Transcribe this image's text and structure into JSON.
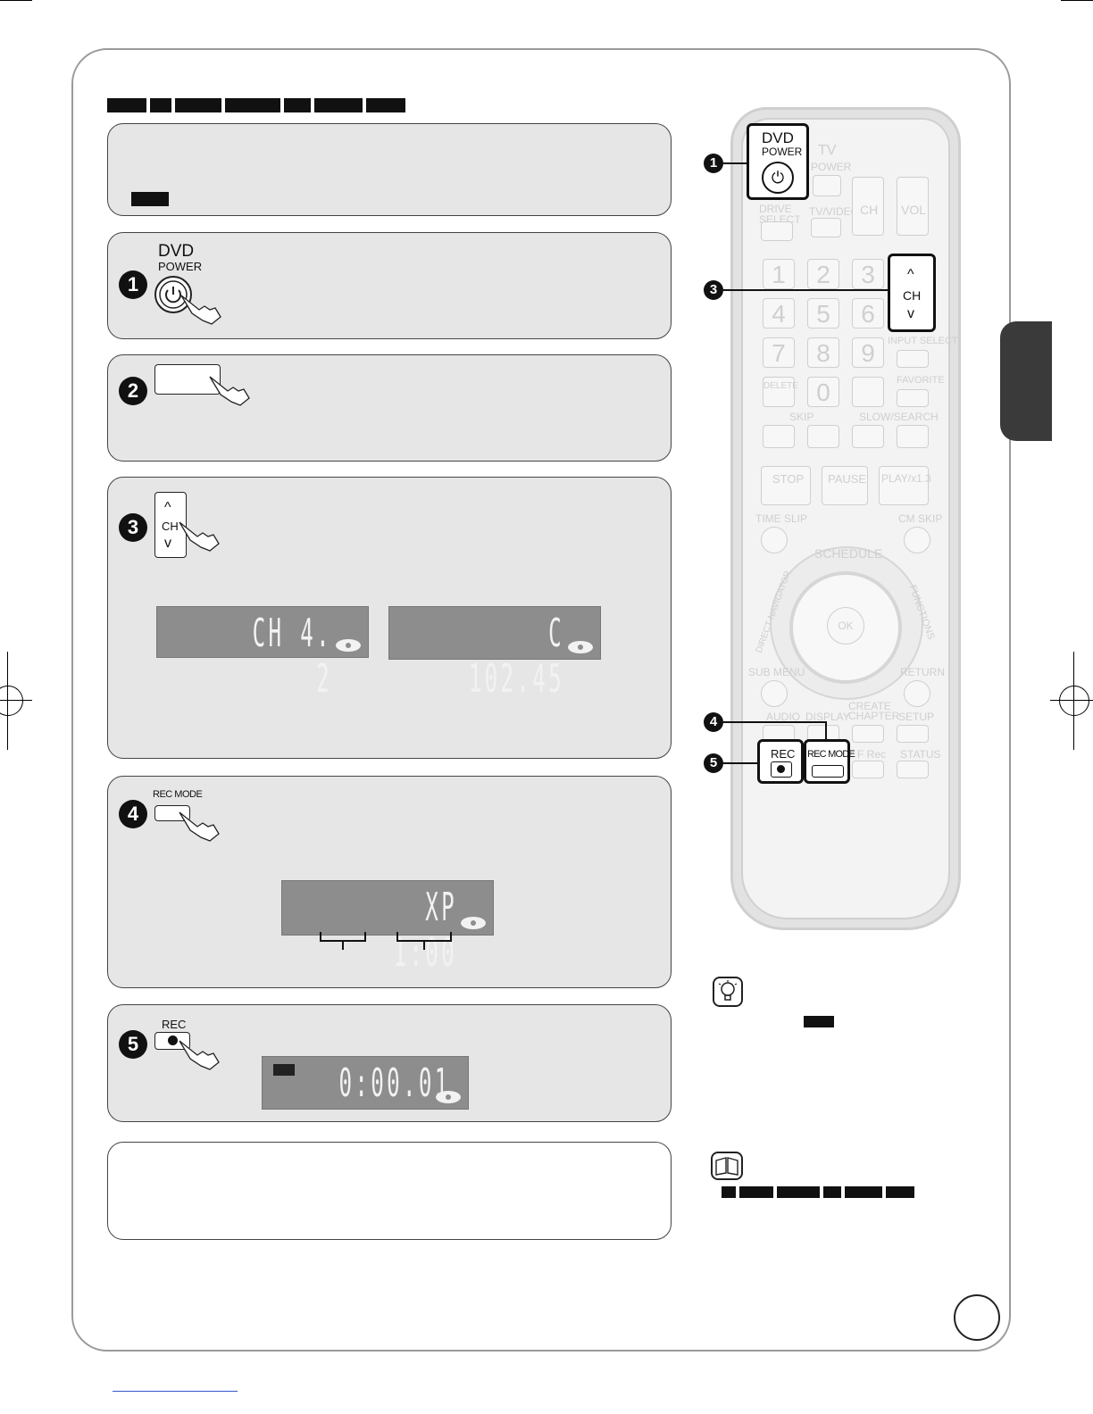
{
  "remote": {
    "dvd": "DVD",
    "power": "POWER",
    "tv": "TV",
    "tv_power": "POWER",
    "drive_select": "DRIVE\nSELECT",
    "tv_video": "TV/VIDEO",
    "ch": "CH",
    "vol": "VOL",
    "numbers": [
      "1",
      "2",
      "3",
      "4",
      "5",
      "6",
      "7",
      "8",
      "9",
      "0"
    ],
    "input_select": "INPUT SELECT",
    "delete": "DELETE",
    "favorite": "FAVORITE",
    "skip": "SKIP",
    "slow_search": "SLOW/SEARCH",
    "stop": "STOP",
    "pause": "PAUSE",
    "play": "PLAY/x1.3",
    "time_slip": "TIME SLIP",
    "cm_skip": "CM SKIP",
    "schedule": "SCHEDULE",
    "direct_navigator": "DIRECT NAVIGATOR",
    "functions": "FUNCTIONS",
    "ok": "OK",
    "sub_menu": "SUB MENU",
    "return": "RETURN",
    "audio": "AUDIO",
    "display": "DISPLAY",
    "create_chapter": "CREATE\nCHAPTER",
    "setup": "SETUP",
    "rec": "REC",
    "rec_mode": "REC MODE",
    "f_rec": "F Rec",
    "status": "STATUS"
  },
  "steps": {
    "s1": {
      "num": "1",
      "key_top": "DVD",
      "key_sub": "POWER"
    },
    "s2": {
      "num": "2"
    },
    "s3": {
      "num": "3",
      "key": "CH"
    },
    "s4": {
      "num": "4",
      "key": "REC MODE"
    },
    "s5": {
      "num": "5",
      "key": "REC"
    }
  },
  "callouts": [
    "1",
    "3",
    "4",
    "5"
  ],
  "lcd": {
    "ch_display_1": "CH  4. 2",
    "ch_display_2": "C 102.45",
    "mode_display": "XP  1:00",
    "rec_display": "0:00.01"
  }
}
